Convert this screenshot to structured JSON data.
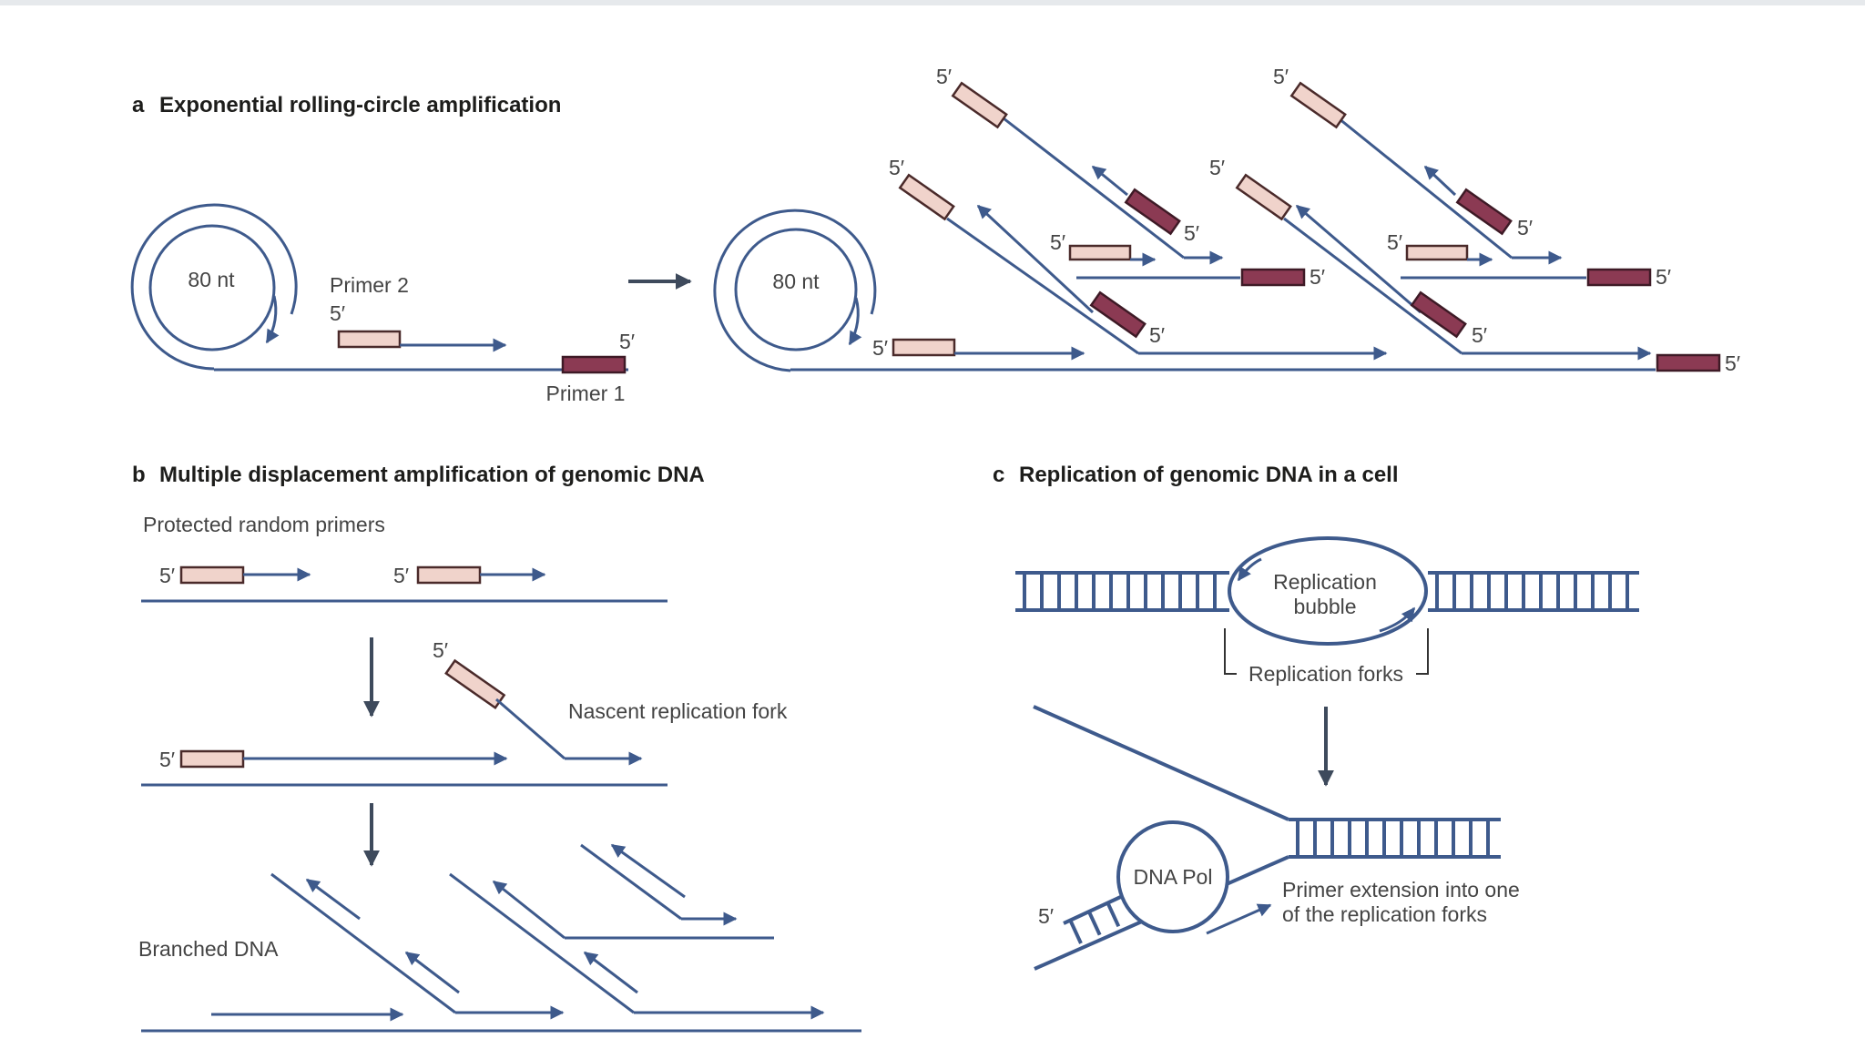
{
  "colors": {
    "strand": "#3e5a8c",
    "primer_light": "#f0d3cb",
    "primer_dark": "#8b3a53",
    "process_arrow": "#3e4a5c",
    "text": "#444444"
  },
  "panel_a": {
    "letter": "a",
    "title": "Exponential rolling-circle amplification",
    "circle_label": "80 nt",
    "primer2_label": "Primer 2",
    "primer1_label": "Primer 1",
    "five_prime": "5′"
  },
  "panel_b": {
    "letter": "b",
    "title": "Multiple displacement amplification of genomic DNA",
    "primers_label": "Protected random primers",
    "fork_label": "Nascent replication fork",
    "branched_label": "Branched DNA",
    "five_prime": "5′"
  },
  "panel_c": {
    "letter": "c",
    "title": "Replication of genomic DNA in a cell",
    "bubble_label_line1": "Replication",
    "bubble_label_line2": "bubble",
    "forks_label": "Replication forks",
    "polymerase_label": "DNA Pol",
    "extension_label_line1": "Primer extension into one",
    "extension_label_line2": "of the replication forks",
    "five_prime": "5′"
  }
}
